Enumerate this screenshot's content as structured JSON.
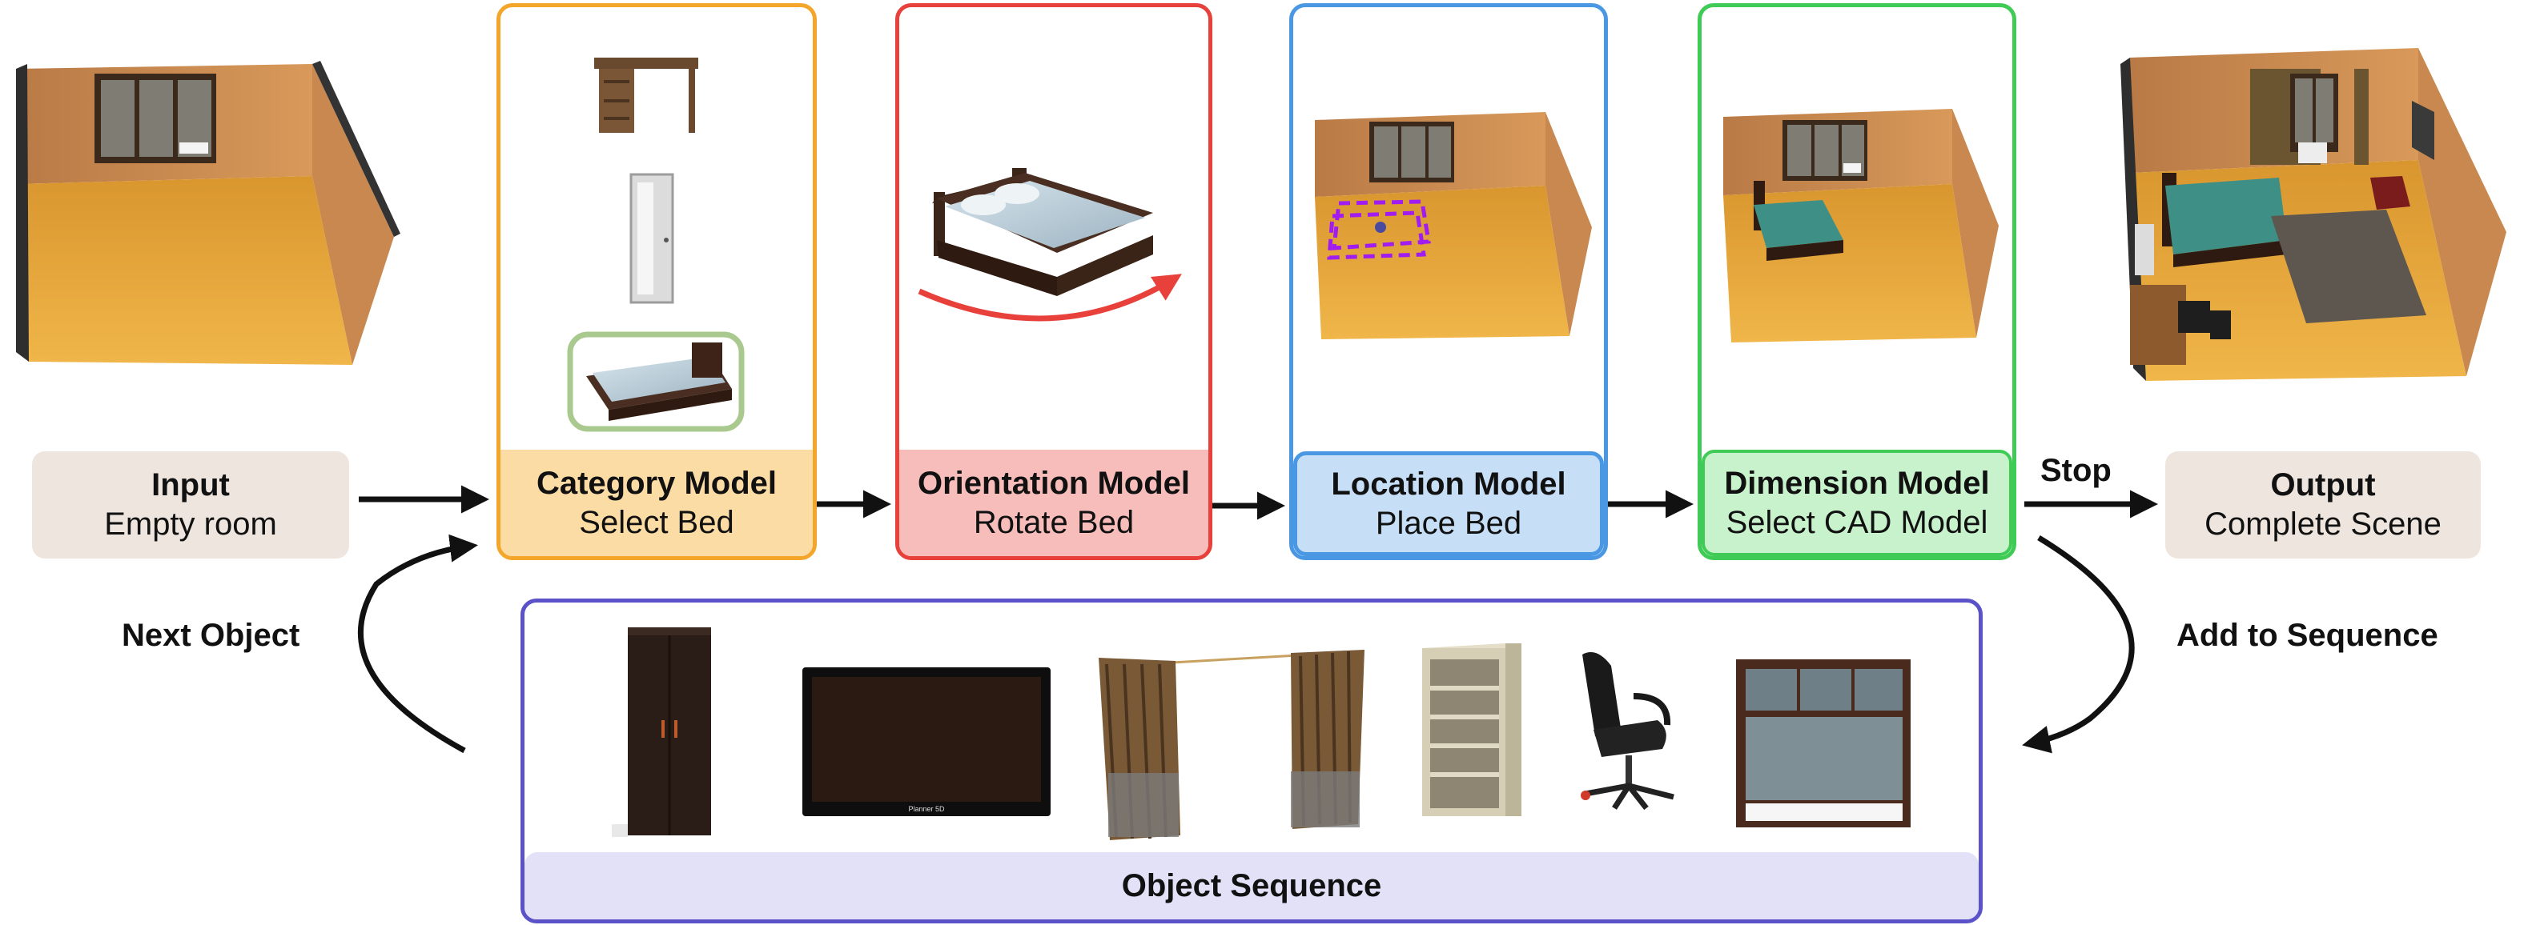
{
  "colors": {
    "category": "#F4A62A",
    "category_fill": "#FCDCA5",
    "orientation": "#E8403A",
    "orientation_fill": "#F6BDBA",
    "location": "#4A98E3",
    "location_fill": "#C7DFF6",
    "dimension": "#3FCB55",
    "dimension_fill": "#C8F2CC",
    "sequence": "#5B52C9",
    "sequence_fill": "#E3E1F7",
    "io_fill": "#EEE6DE",
    "wall": "#C9864A",
    "floor": "#E0A23A",
    "bed_accent": "#3E8F86"
  },
  "input": {
    "title": "Input",
    "subtitle": "Empty room"
  },
  "category": {
    "title": "Category Model",
    "subtitle": "Select Bed"
  },
  "orientation": {
    "title": "Orientation Model",
    "subtitle": "Rotate Bed"
  },
  "location": {
    "title": "Location Model",
    "subtitle": "Place Bed"
  },
  "dimension": {
    "title": "Dimension Model",
    "subtitle": "Select CAD Model"
  },
  "output": {
    "title": "Output",
    "subtitle": "Complete Scene"
  },
  "stop_label": "Stop",
  "next_object_label": "Next Object",
  "add_to_sequence_label": "Add to Sequence",
  "sequence": {
    "title": "Object Sequence",
    "items": [
      "wardrobe",
      "tv",
      "curtains",
      "bookshelf",
      "office-chair",
      "window"
    ]
  },
  "tv_brand": "Planner 5D"
}
